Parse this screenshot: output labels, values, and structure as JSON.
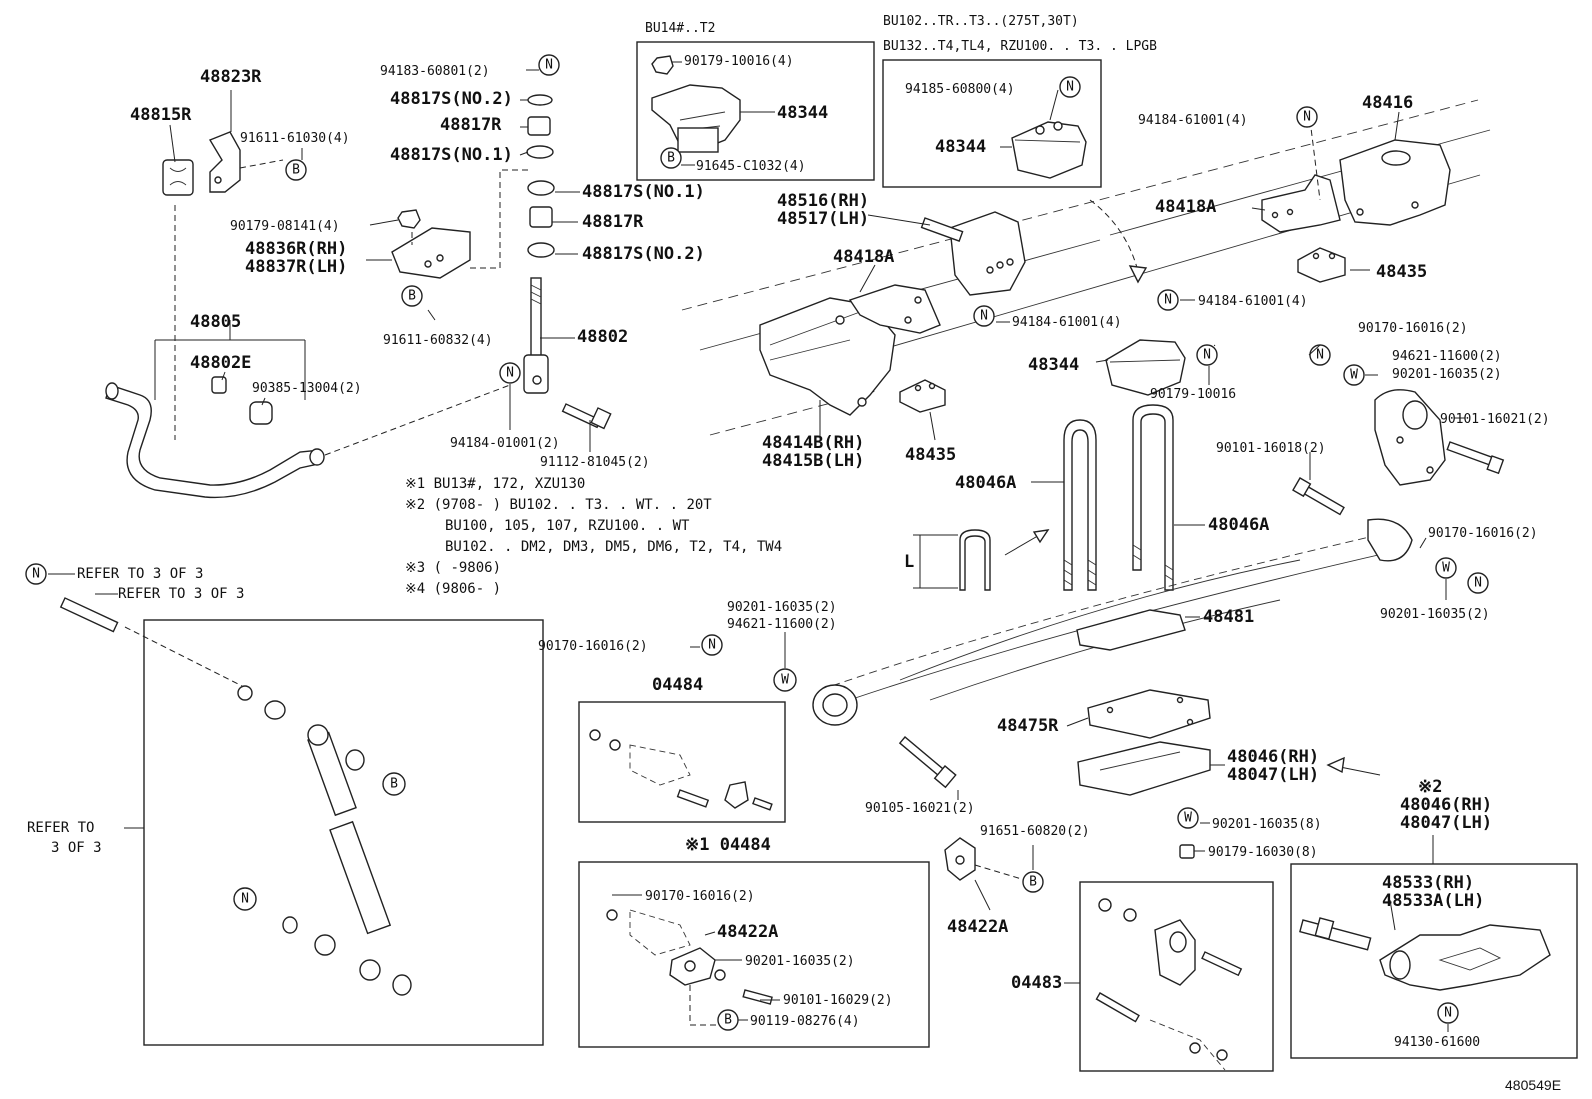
{
  "boxes": {
    "bu14_title": "BU14#..T2",
    "bu102_title_1": "BU102..TR..T3..(275T,30T)",
    "bu102_title_2": "BU132..T4,TL4, RZU100. . T3. . LPGB",
    "kit_04484_a": "04484",
    "kit_04484_b": "※1 04484",
    "kit_04483": "04483"
  },
  "notes": {
    "n1": "※1 BU13#, 172, XZU130",
    "n2": "※2 (9708-        ) BU102. . T3. . WT. . 20T",
    "n2b": "BU100, 105, 107, RZU100. . WT",
    "n2c": "BU102. . DM2, DM3, DM5, DM6, T2, T4, TW4",
    "n3": "※3 (       -9806)",
    "n4": "※4 (9806-       )",
    "refer1": "REFER TO 3 OF 3",
    "refer2": "REFER TO 3 OF 3",
    "refer3a": "REFER TO",
    "refer3b": "3 OF 3",
    "star2": "※2",
    "dim_l": "L",
    "figure_id": "480549E"
  },
  "symbols": {
    "n": "N",
    "b": "B",
    "w": "W"
  },
  "parts": {
    "p48823R": "48823R",
    "p48815R": "48815R",
    "p91611_61030": "91611-61030(4)",
    "p94183": "94183-60801(2)",
    "p48817S_no2_top": "48817S(NO.2)",
    "p48817R_top": "48817R",
    "p48817S_no1_top": "48817S(NO.1)",
    "p48817S_no1_bot": "48817S(NO.1)",
    "p48817R_bot": "48817R",
    "p48817S_no2_bot": "48817S(NO.2)",
    "p90179_08141": "90179-08141(4)",
    "p48836R": "48836R(RH)",
    "p48837R": "48837R(LH)",
    "p91611_60832": "91611-60832(4)",
    "p48805": "48805",
    "p48802E": "48802E",
    "p90385": "90385-13004(2)",
    "p48802": "48802",
    "p94184_01001": "94184-01001(2)",
    "p91112": "91112-81045(2)",
    "p90179_10016_4": "90179-10016(4)",
    "p48344_a": "48344",
    "p91645": "91645-C1032(4)",
    "p94185": "94185-60800(4)",
    "p48344_b": "48344",
    "p48516": "48516(RH)",
    "p48517": "48517(LH)",
    "p48418A_a": "48418A",
    "p94184_61001_a": "94184-61001(4)",
    "p48414B": "48414B(RH)",
    "p48415B": "48415B(LH)",
    "p48435_a": "48435",
    "p94184_61001_b": "94184-61001(4)",
    "p48416": "48416",
    "p48418A_b": "48418A",
    "p48435_b": "48435",
    "p94184_61001_c": "94184-61001(4)",
    "p48344_c": "48344",
    "p90179_10016": "90179-10016",
    "p90170_16016_a": "90170-16016(2)",
    "p94621_a": "94621-11600(2)",
    "p90201_16035_a": "90201-16035(2)",
    "p90101_16021": "90101-16021(2)",
    "p90101_16018": "90101-16018(2)",
    "p48046A_a": "48046A",
    "p48046A_b": "48046A",
    "p90170_16016_b": "90170-16016(2)",
    "p90201_16035_b": "90201-16035(2)",
    "p48481": "48481",
    "p90201_16035_c": "90201-16035(2)",
    "p94621_b": "94621-11600(2)",
    "p90170_16016_c": "90170-16016(2)",
    "p48475R": "48475R",
    "p48046_rh_a": "48046(RH)",
    "p48047_lh_a": "48047(LH)",
    "p48046_rh_b": "48046(RH)",
    "p48047_lh_b": "48047(LH)",
    "p90201_16035_8": "90201-16035(8)",
    "p90179_16030": "90179-16030(8)",
    "p90105": "90105-16021(2)",
    "p91651": "91651-60820(2)",
    "p48422A_a": "48422A",
    "p90170_16016_d": "90170-16016(2)",
    "p48422A_b": "48422A",
    "p90201_16035_d": "90201-16035(2)",
    "p90101_16029": "90101-16029(2)",
    "p90119": "90119-08276(4)",
    "p48533": "48533(RH)",
    "p48533A": "48533A(LH)",
    "p94130": "94130-61600"
  }
}
